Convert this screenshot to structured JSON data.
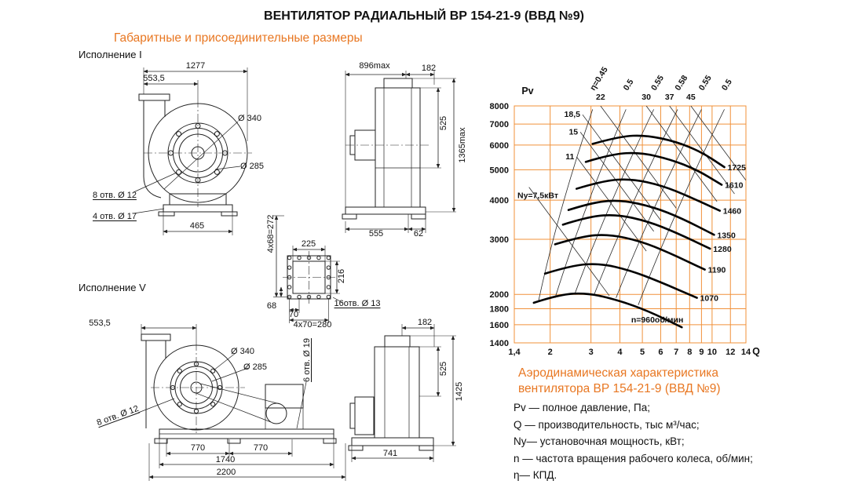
{
  "page": {
    "title": "ВЕНТИЛЯТОР РАДИАЛЬНЫЙ ВР 154-21-9 (ВВД №9)",
    "subtitle": "Габаритные и присоединительные размеры",
    "exec1_label": "Исполнение I",
    "exec5_label": "Исполнение V",
    "caption_line1": "Аэродинамическая характеристика",
    "caption_line2": "вентилятора  ВР 154-21-9 (ВВД №9)",
    "legend": [
      "Pv — полное давление, Па;",
      "Q  — производительность, тыс м³/час;",
      "Ny— установочная мощность, кВт;",
      "n — частота вращения рабочего колеса,  об/мин;",
      "η— КПД."
    ],
    "accent_color": "#e87722"
  },
  "drawing_labels": {
    "e1_width_total": "1277",
    "e1_width_outlet": "553,5",
    "e1_d340": "Ø 340",
    "e1_d285": "Ø 285",
    "e1_holes8": "8 отв. Ø 12",
    "e1_holes4": "4 отв.   Ø 17",
    "e1_base": "465",
    "s1_depth": "896max",
    "s1_182": "182",
    "s1_525": "525",
    "s1_height": "1365max",
    "s1_555": "555",
    "s1_62": "62",
    "f_272": "4x68=272",
    "f_225": "225",
    "f_216": "216",
    "f_holes": "16отв. Ø 13",
    "f_70": "70",
    "f_280": "4x70=280",
    "f_68": "68",
    "e5_5535": "553,5",
    "e5_d340": "Ø 340",
    "e5_d285": "Ø 285",
    "e5_holes6": "6 отв. Ø 19",
    "e5_holes8": "8 отв. Ø 12",
    "e5_770a": "770",
    "e5_770b": "770",
    "e5_1740": "1740",
    "e5_2200": "2200",
    "s5_182": "182",
    "s5_525": "525",
    "s5_1425": "1425",
    "s5_741": "741"
  },
  "chart_data": {
    "type": "line",
    "title": "Аэродинамическая характеристика вентилятора ВР 154-21-9 (ВВД №9)",
    "xlabel": "Q",
    "ylabel": "Pv",
    "x_scale": "log",
    "y_scale": "log",
    "xlim": [
      1.4,
      14
    ],
    "ylim": [
      1400,
      8000
    ],
    "grid": true,
    "grid_color": "#f0913a",
    "legend_position": "none",
    "units": {
      "Pv": "Па",
      "Q": "тыс м³/час",
      "Ny": "кВт",
      "n": "об/мин"
    },
    "x_ticks": [
      {
        "v": 1.4,
        "label": "1,4"
      },
      {
        "v": 2,
        "label": "2"
      },
      {
        "v": 3,
        "label": "3"
      },
      {
        "v": 4,
        "label": "4"
      },
      {
        "v": 5,
        "label": "5"
      },
      {
        "v": 6,
        "label": "6"
      },
      {
        "v": 7,
        "label": "7"
      },
      {
        "v": 8,
        "label": "8"
      },
      {
        "v": 9,
        "label": "9"
      },
      {
        "v": 10,
        "label": "10"
      },
      {
        "v": 12,
        "label": "12"
      },
      {
        "v": 14,
        "label": "14"
      }
    ],
    "y_ticks": [
      {
        "v": 8000,
        "label": "8000"
      },
      {
        "v": 7000,
        "label": "7000"
      },
      {
        "v": 6000,
        "label": "6000"
      },
      {
        "v": 5000,
        "label": "5000"
      },
      {
        "v": 4000,
        "label": "4000"
      },
      {
        "v": 3000,
        "label": "3000"
      },
      {
        "v": 2000,
        "label": "2000"
      },
      {
        "v": 1800,
        "label": "1800"
      },
      {
        "v": 1600,
        "label": "1600"
      },
      {
        "v": 1400,
        "label": "1400"
      }
    ],
    "fan_curves": [
      {
        "label": "1725",
        "rpm": 1725,
        "points": [
          [
            3.05,
            6050
          ],
          [
            4.0,
            6400
          ],
          [
            5.2,
            6450
          ],
          [
            7.0,
            6150
          ],
          [
            9.0,
            5700
          ],
          [
            11.3,
            5100
          ]
        ]
      },
      {
        "label": "1610",
        "rpm": 1610,
        "points": [
          [
            2.85,
            5300
          ],
          [
            3.7,
            5620
          ],
          [
            4.9,
            5680
          ],
          [
            6.6,
            5400
          ],
          [
            8.6,
            5000
          ],
          [
            11.0,
            4480
          ]
        ]
      },
      {
        "label": "1460",
        "rpm": 1460,
        "points": [
          [
            2.6,
            4350
          ],
          [
            3.4,
            4620
          ],
          [
            4.5,
            4680
          ],
          [
            6.1,
            4450
          ],
          [
            8.0,
            4100
          ],
          [
            10.8,
            3700
          ]
        ]
      },
      {
        "label": "1350",
        "rpm": 1350,
        "points": [
          [
            2.4,
            3720
          ],
          [
            3.1,
            3950
          ],
          [
            4.1,
            4000
          ],
          [
            5.6,
            3800
          ],
          [
            7.4,
            3500
          ],
          [
            10.2,
            3100
          ]
        ]
      },
      {
        "label": "1280",
        "rpm": 1280,
        "points": [
          [
            2.27,
            3340
          ],
          [
            2.95,
            3550
          ],
          [
            3.9,
            3600
          ],
          [
            5.3,
            3420
          ],
          [
            7.0,
            3150
          ],
          [
            9.8,
            2800
          ]
        ]
      },
      {
        "label": "1190",
        "rpm": 1190,
        "points": [
          [
            2.1,
            2890
          ],
          [
            2.75,
            3070
          ],
          [
            3.6,
            3110
          ],
          [
            4.9,
            2960
          ],
          [
            6.5,
            2720
          ],
          [
            9.3,
            2400
          ]
        ]
      },
      {
        "label": "1070",
        "rpm": 1070,
        "points": [
          [
            1.9,
            2330
          ],
          [
            2.5,
            2480
          ],
          [
            3.3,
            2510
          ],
          [
            4.4,
            2390
          ],
          [
            5.9,
            2200
          ],
          [
            8.6,
            1950
          ]
        ]
      },
      {
        "label": "n=960об/мин",
        "rpm": 960,
        "points": [
          [
            1.7,
            1880
          ],
          [
            2.2,
            2000
          ],
          [
            2.9,
            2020
          ],
          [
            3.9,
            1920
          ],
          [
            5.3,
            1770
          ],
          [
            7.4,
            1570
          ]
        ]
      }
    ],
    "efficiency_lines": [
      {
        "label": "η=0.45",
        "eta": 0.45,
        "points": [
          [
            1.78,
            1900
          ],
          [
            3.05,
            7800
          ]
        ]
      },
      {
        "label": "0.5",
        "eta": 0.5,
        "points": [
          [
            2.1,
            1950
          ],
          [
            4.25,
            7800
          ]
        ]
      },
      {
        "label": "0.55",
        "eta": 0.55,
        "points": [
          [
            2.55,
            2000
          ],
          [
            5.6,
            7800
          ]
        ]
      },
      {
        "label": "0.58",
        "eta": 0.58,
        "points": [
          [
            3.1,
            2000
          ],
          [
            7.1,
            7800
          ]
        ]
      },
      {
        "label": "0.55",
        "eta": 0.55,
        "points": [
          [
            3.85,
            1950
          ],
          [
            9.0,
            7800
          ]
        ]
      },
      {
        "label": "0.5",
        "eta": 0.5,
        "points": [
          [
            4.8,
            1850
          ],
          [
            11.3,
            7800
          ]
        ]
      }
    ],
    "power_lines": [
      {
        "label": "Ny=7,5кВт",
        "kw": 7.5,
        "label_pos": "inline",
        "points": [
          [
            1.62,
            4400
          ],
          [
            3.6,
            1980
          ]
        ]
      },
      {
        "label": "11",
        "kw": 11,
        "label_pos": "left",
        "points": [
          [
            2.6,
            5500
          ],
          [
            5.2,
            2750
          ]
        ]
      },
      {
        "label": "15",
        "kw": 15,
        "label_pos": "left",
        "points": [
          [
            2.7,
            6600
          ],
          [
            5.6,
            3180
          ]
        ]
      },
      {
        "label": "18,5",
        "kw": 18.5,
        "label_pos": "left",
        "points": [
          [
            2.76,
            7500
          ],
          [
            6.0,
            3450
          ]
        ]
      },
      {
        "label": "22",
        "kw": 22,
        "label_pos": "top",
        "points": [
          [
            3.3,
            8000
          ],
          [
            7.0,
            3770
          ]
        ]
      },
      {
        "label": "30",
        "kw": 30,
        "label_pos": "top",
        "points": [
          [
            5.2,
            8000
          ],
          [
            10.5,
            3960
          ]
        ]
      },
      {
        "label": "37",
        "kw": 37,
        "label_pos": "top",
        "points": [
          [
            6.55,
            8000
          ],
          [
            12.5,
            4190
          ]
        ]
      },
      {
        "label": "45",
        "kw": 45,
        "label_pos": "top",
        "points": [
          [
            8.1,
            8000
          ],
          [
            14,
            4630
          ]
        ]
      }
    ]
  }
}
